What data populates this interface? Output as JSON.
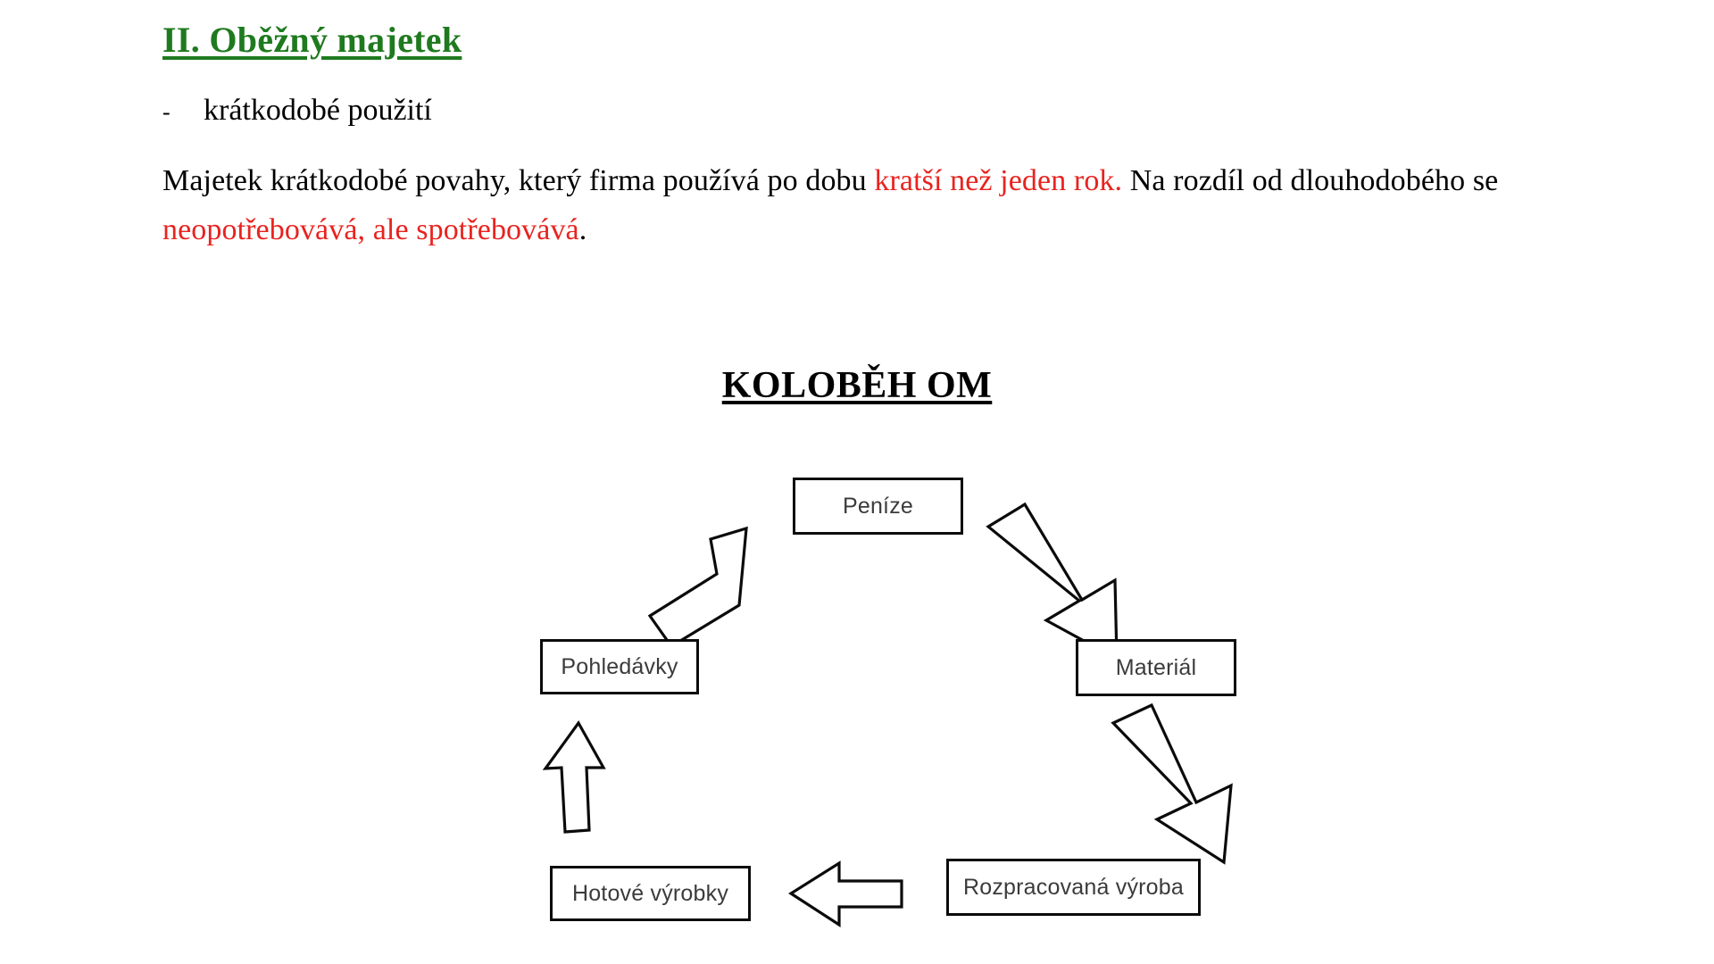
{
  "slide": {
    "heading": "II. Oběžný  majetek",
    "bullet": {
      "marker": "-",
      "text": "krátkodobé použití"
    },
    "paragraph": {
      "part1": "Majetek krátkodobé povahy, který firma používá po dobu ",
      "highlight1": "kratší než jeden rok.",
      "part2": " Na rozdíl od dlouhodobého se ",
      "highlight2": "neopotřebovává, ale spotřebovává",
      "part3": "."
    },
    "colors": {
      "heading_green": "#1f7a1f",
      "highlight_red": "#e8231f",
      "text_black": "#000000",
      "box_border": "#0b0b0b",
      "box_label": "#3b3b3b"
    }
  },
  "diagram": {
    "title": "KOLOBĚH OM",
    "nodes": [
      {
        "id": "penize",
        "label": "Peníze"
      },
      {
        "id": "material",
        "label": "Materiál"
      },
      {
        "id": "rozpracovana",
        "label": "Rozpracovaná výroba"
      },
      {
        "id": "hotove",
        "label": "Hotové výrobky"
      },
      {
        "id": "pohledavky",
        "label": "Pohledávky"
      }
    ],
    "arrows": [
      {
        "id": "penize-to-material",
        "from": "penize",
        "to": "material",
        "direction": "down-right"
      },
      {
        "id": "material-to-rozpracovana",
        "from": "material",
        "to": "rozpracovana",
        "direction": "down-right"
      },
      {
        "id": "rozpracovana-to-hotove",
        "from": "rozpracovana",
        "to": "hotove",
        "direction": "left"
      },
      {
        "id": "hotove-to-pohledavky",
        "from": "hotove",
        "to": "pohledavky",
        "direction": "up"
      },
      {
        "id": "pohledavky-to-penize",
        "from": "pohledavky",
        "to": "penize",
        "direction": "up-right"
      }
    ]
  }
}
